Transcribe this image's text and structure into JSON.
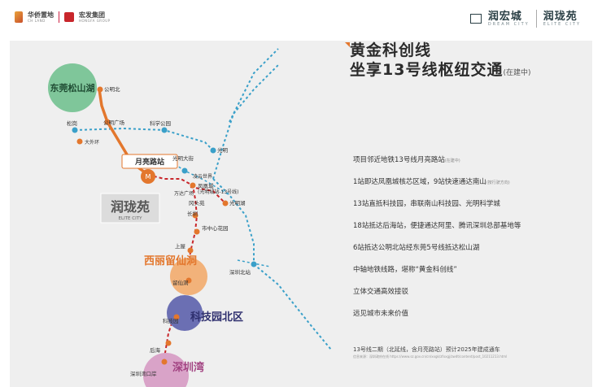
{
  "header": {
    "brand1": "华侨置地",
    "brand1_en": "CH LAND",
    "brand2": "宏发集团",
    "brand2_en": "HONGFA GROUP",
    "brand3": "润宏城",
    "brand3_en": "DREAM CITY",
    "brand4": "润珑苑",
    "brand4_en": "ELITE CITY"
  },
  "headline": {
    "line1": "黄金科创线",
    "line2": "坐享13号线枢纽交通",
    "note": "(在建中)"
  },
  "bullets": [
    {
      "text": "项目邻近地铁13号线月亮路站",
      "note": "(在建中)"
    },
    {
      "text": "1站即达凤凰城核芯区域，9站快速通达南山",
      "note": "(按行驶方向)"
    },
    {
      "text": "13站直抵科技园，串联南山科技园、光明科学城",
      "note": ""
    },
    {
      "text": "18站抵达后海站，便捷通达阿里、腾讯深圳总部基地等",
      "note": ""
    },
    {
      "text": "6站抵达公明北站经东莞5号线抵达松山湖",
      "note": ""
    },
    {
      "text": "中轴地铁线路，堪称“黄金科创线”",
      "note": ""
    },
    {
      "text": "立体交通高效接驳",
      "note": ""
    },
    {
      "text": "远见城市未来价值",
      "note": ""
    }
  ],
  "footer": {
    "note": "13号线二期（北延线，含月亮路站）预计2025年建成通车",
    "source": "信息来源：深圳政府在线 https://www.sz.gov.cn/cn/xxgk/zfxxgj/zwdt/content/post_10211213.html"
  },
  "map": {
    "areas": {
      "songshan": "东莞松山湖",
      "xili": "西丽留仙洞",
      "tech": "科技园北区",
      "shenzhenwan": "深圳湾"
    },
    "project_cn": "润珑苑",
    "project_en": "ELITE CITY",
    "yueliang": "月亮路站",
    "stations": {
      "gongmingbei": "公明北",
      "gongmingguangchang": "公明广场",
      "songgang": "松岗",
      "dagang": "大外环",
      "kexuegongyuan": "科学公园",
      "guangmingdajie": "光明大街",
      "fenghuangcheng": "凤凰城",
      "fenghuang_note": "(光明城站-13号线)",
      "guangmingcheng": "光明",
      "lingyunshijie": "凌云世界",
      "wantaguangchang": "万达广场",
      "gangtouyuan": "冈头苑",
      "changjun": "长圳",
      "guangminghu": "光明湖",
      "shizhongxinyuan": "市中心花园",
      "shangwu": "上屋",
      "shenzhenbei": "深圳北站",
      "liuxiandong": "留仙洞",
      "keji": "科技园",
      "houhai": "后海",
      "shenzhenwankou": "深圳湾口岸"
    }
  },
  "colors": {
    "accent": "#e3772d",
    "line13": "#c8262b",
    "other_lines": "#3aa0c9",
    "songshan": "#7fc69a",
    "xili": "#f2b27a",
    "tech": "#6b6fb3",
    "shenzhenwan": "#d9a3c8"
  }
}
